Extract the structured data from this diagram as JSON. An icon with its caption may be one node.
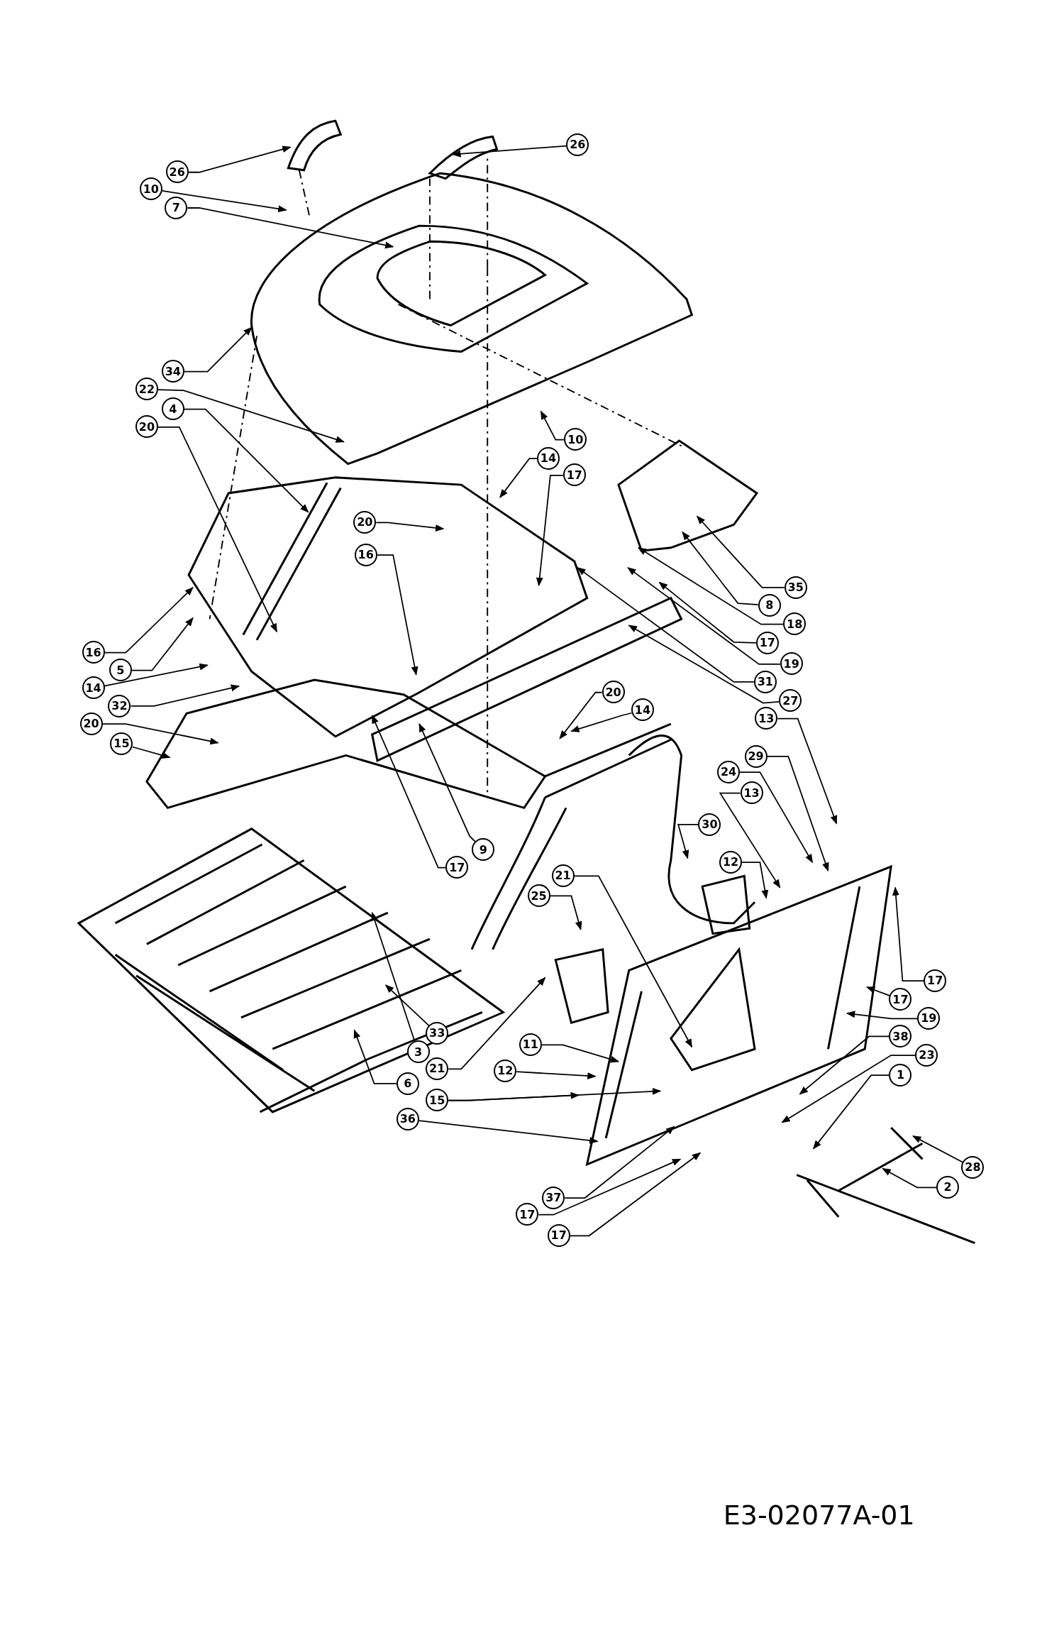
{
  "diagram": {
    "nodes": [
      {
        "text": [
          "26"
        ]
      },
      {
        "text": [
          "26"
        ]
      },
      {
        "text": [
          "10"
        ]
      },
      {
        "text": [
          "7"
        ]
      },
      {
        "text": [
          "34"
        ]
      },
      {
        "text": [
          "22"
        ]
      },
      {
        "text": [
          "4"
        ]
      },
      {
        "text": [
          "20"
        ]
      },
      {
        "text": [
          "10"
        ]
      },
      {
        "text": [
          "14"
        ]
      },
      {
        "text": [
          "17"
        ]
      },
      {
        "text": [
          "20"
        ]
      },
      {
        "text": [
          "16"
        ]
      },
      {
        "text": [
          "16"
        ]
      },
      {
        "text": [
          "5"
        ]
      },
      {
        "text": [
          "14"
        ]
      },
      {
        "text": [
          "32"
        ]
      },
      {
        "text": [
          "20"
        ]
      },
      {
        "text": [
          "15"
        ]
      },
      {
        "text": [
          "20"
        ]
      },
      {
        "text": [
          "14"
        ]
      },
      {
        "text": [
          "9"
        ]
      },
      {
        "text": [
          "17"
        ]
      },
      {
        "text": [
          "35"
        ]
      },
      {
        "text": [
          "8"
        ]
      },
      {
        "text": [
          "18"
        ]
      },
      {
        "text": [
          "17"
        ]
      },
      {
        "text": [
          "19"
        ]
      },
      {
        "text": [
          "31"
        ]
      },
      {
        "text": [
          "27"
        ]
      },
      {
        "text": [
          "13"
        ]
      },
      {
        "text": [
          "29"
        ]
      },
      {
        "text": [
          "24"
        ]
      },
      {
        "text": [
          "13"
        ]
      },
      {
        "text": [
          "30"
        ]
      },
      {
        "text": [
          "12"
        ]
      },
      {
        "text": [
          "21"
        ]
      },
      {
        "text": [
          "25"
        ]
      },
      {
        "text": [
          "17"
        ]
      },
      {
        "text": [
          "17"
        ]
      },
      {
        "text": [
          "19"
        ]
      },
      {
        "text": [
          "38"
        ]
      },
      {
        "text": [
          "23"
        ]
      },
      {
        "text": [
          "1"
        ]
      },
      {
        "text": [
          "28"
        ]
      },
      {
        "text": [
          "2"
        ]
      },
      {
        "text": [
          "33"
        ]
      },
      {
        "text": [
          "3"
        ]
      },
      {
        "text": [
          "21"
        ]
      },
      {
        "text": [
          "6"
        ]
      },
      {
        "text": [
          "11"
        ]
      },
      {
        "text": [
          "12"
        ]
      },
      {
        "text": [
          "15"
        ]
      },
      {
        "text": [
          "36"
        ]
      },
      {
        "text": [
          "37"
        ]
      },
      {
        "text": [
          "17"
        ]
      },
      {
        "text": [
          "17"
        ]
      }
    ],
    "edges": [
      {
        "from": 0,
        "to": null,
        "arrow": "to"
      },
      {
        "from": 1,
        "to": null,
        "arrow": "to"
      },
      {
        "from": 2,
        "to": null,
        "arrow": "to"
      },
      {
        "from": 3,
        "to": null,
        "arrow": "to"
      },
      {
        "from": 4,
        "to": null,
        "arrow": "to"
      },
      {
        "from": 5,
        "to": null,
        "arrow": "to"
      },
      {
        "from": 6,
        "to": null,
        "arrow": "to"
      },
      {
        "from": 7,
        "to": null,
        "arrow": "to"
      },
      {
        "from": 8,
        "to": null,
        "arrow": "to"
      },
      {
        "from": 9,
        "to": null,
        "arrow": "to"
      },
      {
        "from": 10,
        "to": null,
        "arrow": "to"
      },
      {
        "from": 11,
        "to": null,
        "arrow": "to"
      },
      {
        "from": 12,
        "to": null,
        "arrow": "to"
      },
      {
        "from": 13,
        "to": null,
        "arrow": "to"
      },
      {
        "from": 14,
        "to": null,
        "arrow": "to"
      },
      {
        "from": 15,
        "to": null,
        "arrow": "to"
      },
      {
        "from": 16,
        "to": null,
        "arrow": "to"
      },
      {
        "from": 17,
        "to": null,
        "arrow": "to"
      },
      {
        "from": 18,
        "to": null,
        "arrow": "to"
      },
      {
        "from": 19,
        "to": null,
        "arrow": "to"
      },
      {
        "from": 20,
        "to": null,
        "arrow": "to"
      },
      {
        "from": 21,
        "to": null,
        "arrow": "to"
      },
      {
        "from": 22,
        "to": null,
        "arrow": "to"
      },
      {
        "from": 23,
        "to": null,
        "arrow": "to"
      },
      {
        "from": 24,
        "to": null,
        "arrow": "to"
      },
      {
        "from": 25,
        "to": null,
        "arrow": "to"
      },
      {
        "from": 26,
        "to": null,
        "arrow": "to"
      },
      {
        "from": 27,
        "to": null,
        "arrow": "to"
      },
      {
        "from": 28,
        "to": null,
        "arrow": "to"
      },
      {
        "from": 29,
        "to": null,
        "arrow": "to"
      },
      {
        "from": 30,
        "to": null,
        "arrow": "to"
      },
      {
        "from": 31,
        "to": null,
        "arrow": "to"
      },
      {
        "from": 32,
        "to": null,
        "arrow": "to"
      },
      {
        "from": 33,
        "to": null,
        "arrow": "to"
      },
      {
        "from": 34,
        "to": null,
        "arrow": "to"
      },
      {
        "from": 35,
        "to": null,
        "arrow": "to"
      },
      {
        "from": 36,
        "to": null,
        "arrow": "to"
      },
      {
        "from": 37,
        "to": null,
        "arrow": "to"
      },
      {
        "from": 38,
        "to": null,
        "arrow": "to"
      },
      {
        "from": 39,
        "to": null,
        "arrow": "to"
      },
      {
        "from": 40,
        "to": null,
        "arrow": "to"
      },
      {
        "from": 41,
        "to": null,
        "arrow": "to"
      },
      {
        "from": 42,
        "to": null,
        "arrow": "to"
      },
      {
        "from": 43,
        "to": null,
        "arrow": "to"
      },
      {
        "from": 44,
        "to": null,
        "arrow": "to"
      },
      {
        "from": 45,
        "to": null,
        "arrow": "to"
      },
      {
        "from": 46,
        "to": null,
        "arrow": "to"
      },
      {
        "from": 47,
        "to": null,
        "arrow": "to"
      },
      {
        "from": 48,
        "to": null,
        "arrow": "to"
      },
      {
        "from": 49,
        "to": null,
        "arrow": "to"
      },
      {
        "from": 50,
        "to": null,
        "arrow": "to"
      },
      {
        "from": 51,
        "to": null,
        "arrow": "to"
      },
      {
        "from": 52,
        "to": null,
        "arrow": "to"
      },
      {
        "from": 52,
        "to": null,
        "arrow": "to"
      },
      {
        "from": 53,
        "to": null,
        "arrow": "to"
      },
      {
        "from": 54,
        "to": null,
        "arrow": "to"
      },
      {
        "from": 55,
        "to": null,
        "arrow": "to"
      },
      {
        "from": 56,
        "to": null,
        "arrow": "to"
      }
    ],
    "labels": [
      "E3-02077A-01"
    ]
  }
}
